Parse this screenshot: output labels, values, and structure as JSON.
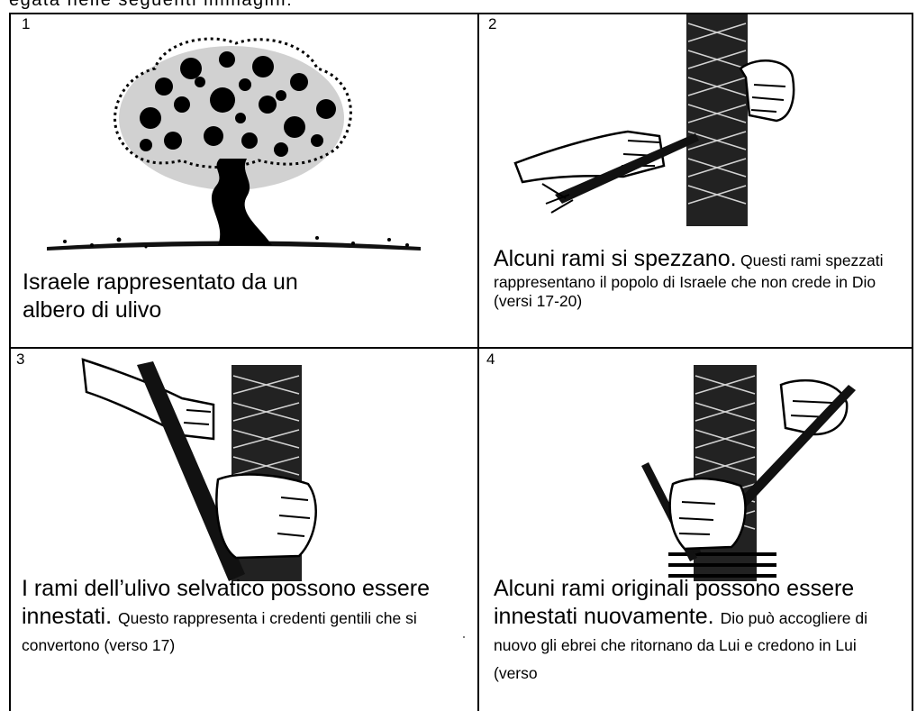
{
  "header": {
    "partial_text": "egata nelle seguenti immagini:"
  },
  "panels": [
    {
      "number": "1",
      "caption_main": "Israele rappresentato da un albero di ulivo",
      "caption_detail": "",
      "image": "olive-tree-illustration"
    },
    {
      "number": "2",
      "caption_main": "Alcuni rami si spezzano.",
      "caption_detail": "Questi rami spezzati rappresentano il popolo di Israele che non crede in Dio (versi 17-20)",
      "image": "hand-breaking-branch-illustration"
    },
    {
      "number": "3",
      "caption_main": "I rami dell’ulivo selvatico possono essere innestati.",
      "caption_detail": "Questo rappresenta i credenti gentili che si convertono (verso 17)",
      "image": "hands-grafting-wild-branch-illustration"
    },
    {
      "number": "4",
      "caption_main": "Alcuni rami originali possono essere innestati nuovamente.",
      "caption_detail": "Dio può accogliere di nuovo gli ebrei che ritornano da Lui e credono in Lui (verso",
      "image": "hands-regrafting-branch-illustration"
    }
  ]
}
